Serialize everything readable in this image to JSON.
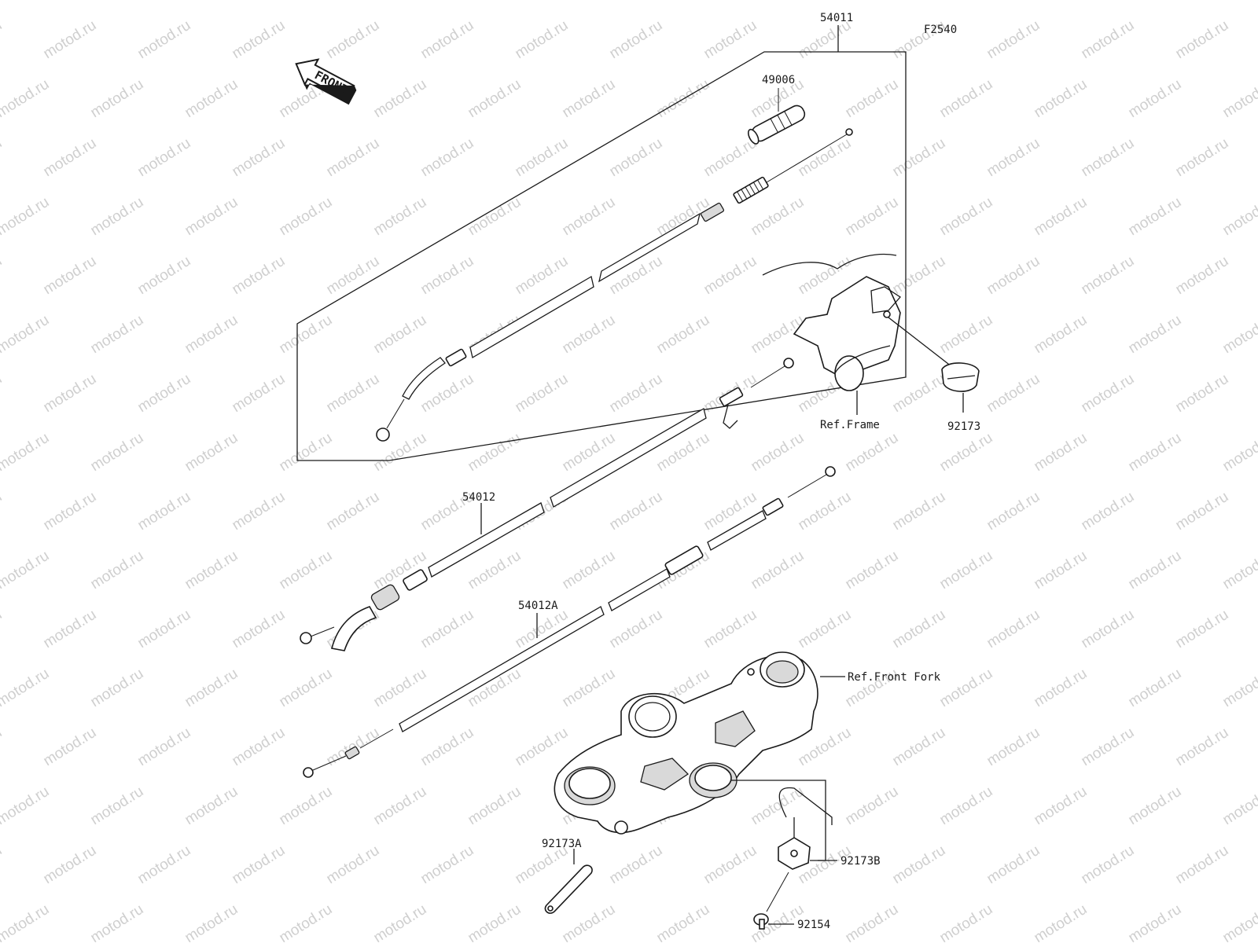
{
  "figure_code": "F2540",
  "watermark": "motod.ru",
  "direction_arrow": "FRONT",
  "labels": {
    "p54011": "54011",
    "p49006": "49006",
    "p54012": "54012",
    "p54012A": "54012A",
    "p92173": "92173",
    "p92173A": "92173A",
    "p92173B": "92173B",
    "p92154": "92154",
    "ref_frame": "Ref.Frame",
    "ref_front_fork": "Ref.Front Fork"
  }
}
